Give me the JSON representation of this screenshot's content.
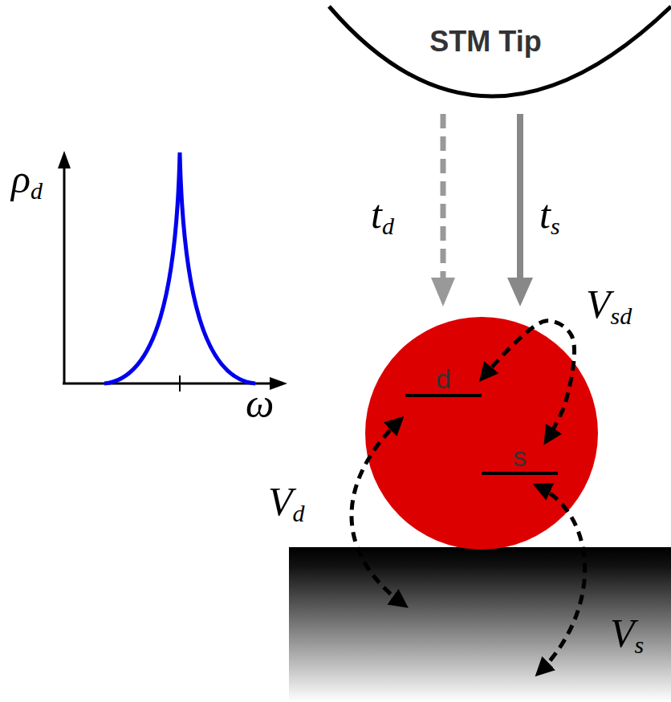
{
  "diagram": {
    "nodes": [
      {
        "text": [
          "STM Tip"
        ]
      },
      {
        "text": [
          "d"
        ]
      },
      {
        "text": [
          "s"
        ]
      }
    ],
    "edges": [
      {
        "from": 1,
        "to": 2,
        "arrow": "both",
        "label": "Vsd"
      }
    ],
    "labels": [
      "ρd",
      "ω",
      "td",
      "ts",
      "Vd",
      "Vs"
    ]
  }
}
